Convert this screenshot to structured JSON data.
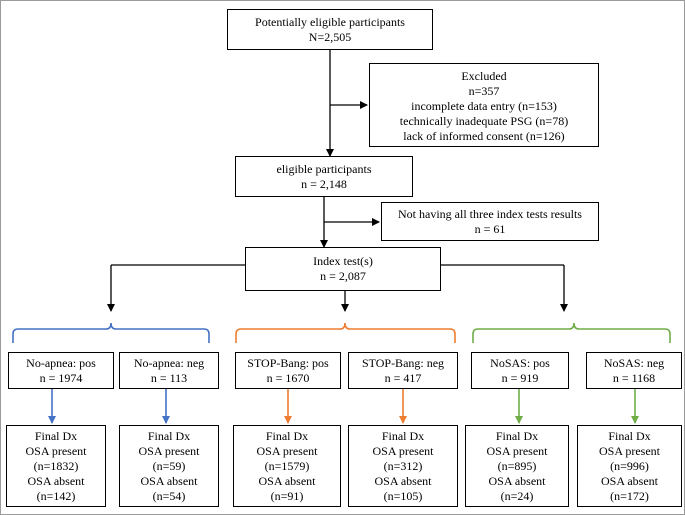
{
  "top": {
    "title": "Potentially eligible participants",
    "count": "N=2,505"
  },
  "excluded": {
    "title": "Excluded",
    "lines": [
      "n=357",
      "incomplete data entry (n=153)",
      "technically inadequate PSG (n=78)",
      "lack of informed consent (n=126)"
    ]
  },
  "eligible": {
    "title": "eligible participants",
    "count": "n = 2,148"
  },
  "not_all_tests": {
    "title": "Not having all three index tests results",
    "count": "n = 61"
  },
  "index": {
    "title": "Index test(s)",
    "count": "n = 2,087"
  },
  "colors": {
    "noapnea": "#4472C4",
    "stopbang": "#ED7D31",
    "nosas": "#70AD47"
  },
  "groups": [
    {
      "id": "noapnea",
      "tests": [
        {
          "label": "No-apnea: pos",
          "count": "n = 1974",
          "final": {
            "title": "Final Dx",
            "present_label": "OSA present",
            "present": "(n=1832)",
            "absent_label": "OSA absent",
            "absent": "(n=142)"
          }
        },
        {
          "label": "No-apnea: neg",
          "count": "n = 113",
          "final": {
            "title": "Final Dx",
            "present_label": "OSA present",
            "present": "(n=59)",
            "absent_label": "OSA absent",
            "absent": "(n=54)"
          }
        }
      ]
    },
    {
      "id": "stopbang",
      "tests": [
        {
          "label": "STOP-Bang: pos",
          "count": "n = 1670",
          "final": {
            "title": "Final Dx",
            "present_label": "OSA present",
            "present": "(n=1579)",
            "absent_label": "OSA absent",
            "absent": "(n=91)"
          }
        },
        {
          "label": "STOP-Bang: neg",
          "count": "n = 417",
          "final": {
            "title": "Final Dx",
            "present_label": "OSA present",
            "present": "(n=312)",
            "absent_label": "OSA absent",
            "absent": "(n=105)"
          }
        }
      ]
    },
    {
      "id": "nosas",
      "tests": [
        {
          "label": "NoSAS: pos",
          "count": "n = 919",
          "final": {
            "title": "Final Dx",
            "present_label": "OSA present",
            "present": "(n=895)",
            "absent_label": "OSA absent",
            "absent": "(n=24)"
          }
        },
        {
          "label": "NoSAS: neg",
          "count": "n = 1168",
          "final": {
            "title": "Final Dx",
            "present_label": "OSA present",
            "present": "(n=996)",
            "absent_label": "OSA absent",
            "absent": "(n=172)"
          }
        }
      ]
    }
  ]
}
